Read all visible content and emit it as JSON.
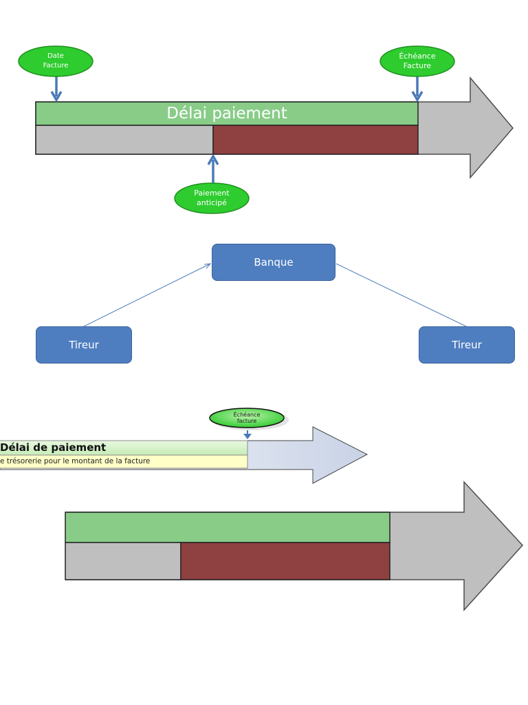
{
  "timeline_top": {
    "bar_label": "Délai paiement",
    "marker_invoice_date": "Date\nFacture",
    "marker_due_date": "Échéance\nFacture",
    "marker_early_payment": "Paiement\nanticipé"
  },
  "flow": {
    "bank_label": "Banque",
    "left_label": "Tireur",
    "right_label": "Tireur"
  },
  "timeline_mid": {
    "marker_due_date": "Échéance\nfacture",
    "bar_label": "Délai de paiement",
    "sub_label": "e trésorerie pour le montant de la facture"
  },
  "colors": {
    "green_bar": "#88cc88",
    "gray": "#bfbfbf",
    "maroon": "#8f4040",
    "oval_green": "#2ecc2e",
    "arrow_blue": "#4a7ab8",
    "box_blue": "#4f7ec0"
  }
}
